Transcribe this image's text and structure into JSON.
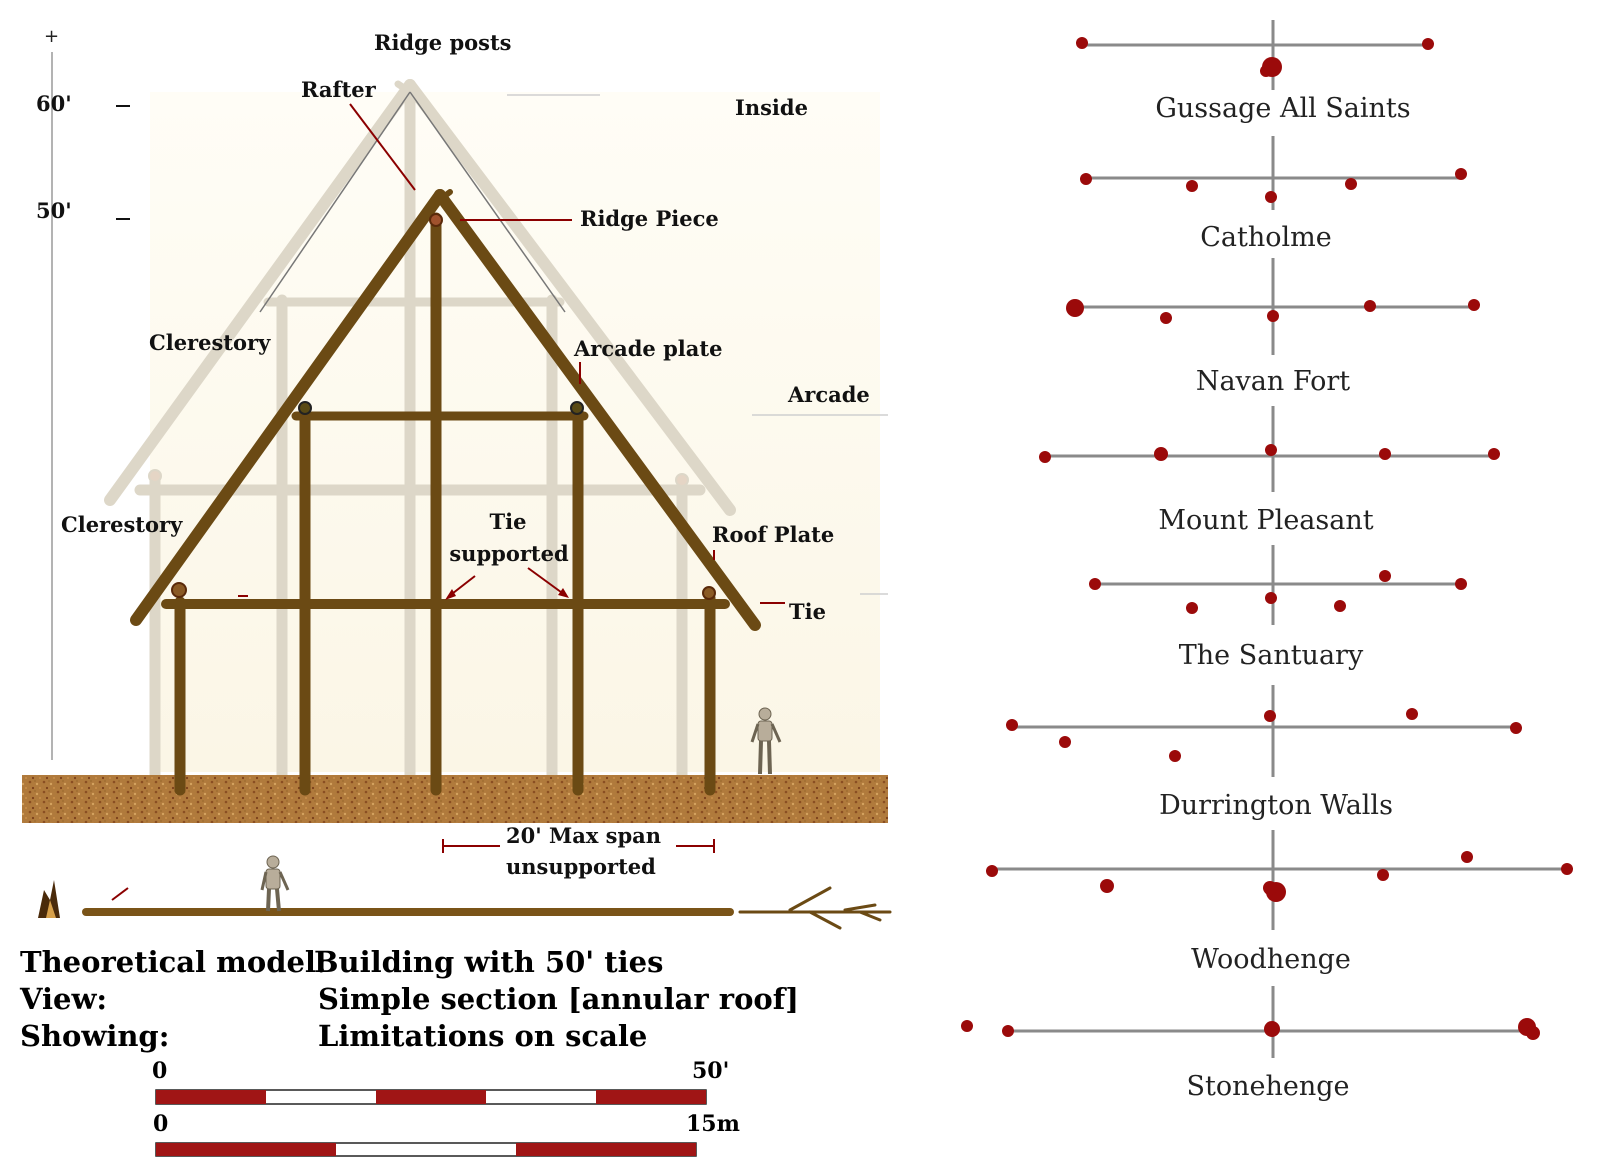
{
  "height_scale": {
    "top_mark": "+",
    "mark_60": "60'",
    "mark_50": "50'"
  },
  "labels": {
    "ridge_posts": "Ridge posts",
    "rafter": "Rafter",
    "inside": "Inside",
    "ridge_piece": "Ridge Piece",
    "clerestory_upper": "Clerestory",
    "arcade_plate": "Arcade plate",
    "arcade": "Arcade",
    "clerestory_lower": "Clerestory",
    "tie_supported_1": "Tie",
    "tie_supported_2": "supported",
    "roof_plate": "Roof Plate",
    "tie": "Tie",
    "span_1": "20'  Max span",
    "span_2": "unsupported"
  },
  "caption": {
    "model_key": "Theoretical model:",
    "model_val": "Building with 50' ties",
    "view_key": "View:",
    "view_val": "Simple section [annular roof]",
    "showing_key": "Showing:",
    "showing_val": "Limitations on scale"
  },
  "scale_bars": {
    "feet_start": "0",
    "feet_end": "50'",
    "metric_start": "0",
    "metric_end": "15m"
  },
  "colors": {
    "post_dark": "#6b4a14",
    "post_light": "#ddd7c8",
    "accent_red": "#8b0000",
    "plan_line": "#8a8a8a",
    "ground": "#b07a3c",
    "label_blue": "#1a1a4a"
  },
  "sites": [
    {
      "name": "Gussage All Saints"
    },
    {
      "name": "Catholme"
    },
    {
      "name": "Navan Fort"
    },
    {
      "name": "Mount Pleasant"
    },
    {
      "name": "The Santuary"
    },
    {
      "name": "Durrington Walls"
    },
    {
      "name": "Woodhenge"
    },
    {
      "name": "Stonehenge"
    }
  ]
}
